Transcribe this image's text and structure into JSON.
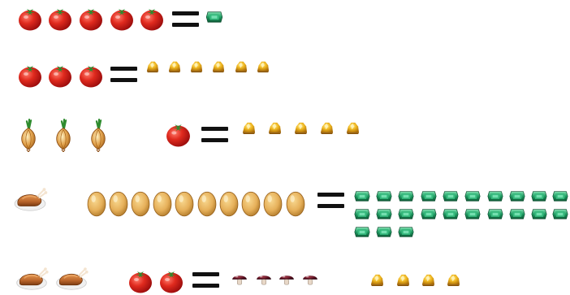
{
  "puzzle": {
    "equals_symbol": "=",
    "rows": [
      {
        "left": [
          {
            "icon": "tomato-icon",
            "count": 5
          }
        ],
        "right": [
          {
            "icon": "emerald-icon",
            "count": 1
          }
        ]
      },
      {
        "left": [
          {
            "icon": "tomato-icon",
            "count": 3
          }
        ],
        "right": [
          {
            "icon": "gold-nugget-icon",
            "count": 6
          }
        ]
      },
      {
        "left": [
          {
            "icon": "onion-icon",
            "count": 3
          },
          {
            "icon": "tomato-icon",
            "count": 1
          }
        ],
        "right": [
          {
            "icon": "gold-nugget-icon",
            "count": 5
          }
        ]
      },
      {
        "left": [
          {
            "icon": "roast-chicken-icon",
            "count": 1
          },
          {
            "icon": "egg-icon",
            "count": 10
          }
        ],
        "right": [
          {
            "icon": "emerald-icon",
            "count": 23
          }
        ]
      },
      {
        "left": [
          {
            "icon": "roast-chicken-icon",
            "count": 2
          },
          {
            "icon": "tomato-icon",
            "count": 2
          }
        ],
        "right": [
          {
            "icon": "mushroom-icon",
            "count": 4
          },
          {
            "icon": "gold-nugget-icon",
            "count": 4
          }
        ]
      }
    ]
  },
  "colors": {
    "tomato": "#d81e1e",
    "tomato_leaf": "#2e8b2e",
    "emerald": "#1e8a5a",
    "gold": "#e5a812",
    "egg": "#e8b55a",
    "onion": "#d08a3a",
    "mushroom": "#5a1020",
    "chicken": "#b8642a"
  }
}
